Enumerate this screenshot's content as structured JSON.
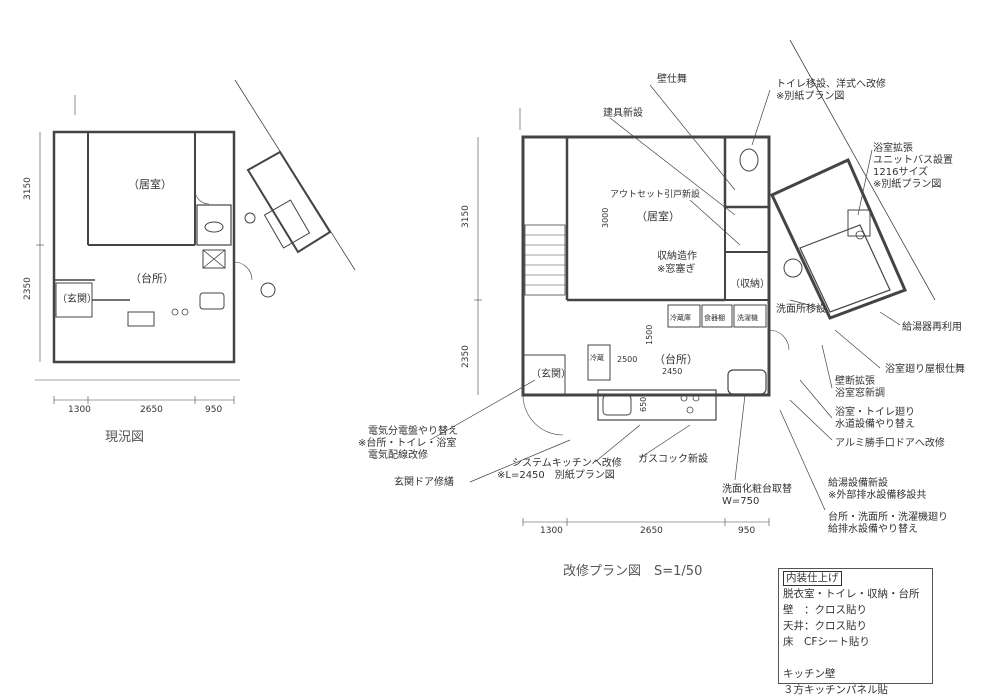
{
  "left_plan": {
    "rooms": {
      "living": "（居室）",
      "kitchen": "（台所）",
      "entrance": "（玄関）"
    },
    "dims_vertical": [
      "3150",
      "2350"
    ],
    "dims_horizontal": [
      "1300",
      "2650",
      "950"
    ],
    "caption": "現況図"
  },
  "right_plan": {
    "rooms": {
      "living": "（居室）",
      "kitchen": "（台所）",
      "entrance": "（玄関）",
      "storage": "（収納）"
    },
    "dims_vertical": [
      "3150",
      "2350"
    ],
    "dims_horizontal": [
      "1300",
      "2650",
      "950"
    ],
    "inner_dims": {
      "living_height": "3000",
      "kitchen_w1": "2500",
      "kitchen_w2": "2450",
      "dim_1500": "1500",
      "dim_650": "650"
    },
    "appliances": {
      "fridge": "冷蔵庫",
      "cupboard": "食器棚",
      "washer": "洗濯機",
      "small_fridge": "冷蔵"
    },
    "caption": "改修プラン図　S=1/50"
  },
  "annotations": {
    "wall_finish": "壁仕舞",
    "toilet": [
      "トイレ移設、洋式へ改修",
      "※別紙プラン図"
    ],
    "fittings": "建具新設",
    "outset_door": "アウトセット引戸新設",
    "storage_make": [
      "収納造作",
      "※窓塞ぎ"
    ],
    "bath": [
      "浴室拡張",
      "ユニットバス設置",
      "1216サイズ",
      "※別紙プラン図"
    ],
    "washroom_move": "洗面所移設",
    "water_heater": "給湯器再利用",
    "bath_roof": "浴室廻り屋根仕舞",
    "wall_expand": [
      "壁断拡張",
      "浴室窓新調"
    ],
    "water_pipes": [
      "浴室・トイレ廻り",
      "水道設備やり替え"
    ],
    "aluminum_door": "アルミ勝手口ドアへ改修",
    "electrical": [
      "電気分電盤やり替え",
      "※台所・トイレ・浴室",
      "電気配線改修"
    ],
    "entrance_door": "玄関ドア修繕",
    "system_kitchen": [
      "システムキッチンへ改修",
      "※L=2450　別紙プラン図"
    ],
    "gas_cock": "ガスコック新設",
    "vanity": [
      "洗面化粧台取替",
      "W=750"
    ],
    "hot_water": [
      "給湯設備新設",
      "※外部排水設備移設共"
    ],
    "drain": [
      "台所・洗面所・洗濯機廻り",
      "給排水設備やり替え"
    ]
  },
  "finish_legend": {
    "title": "内装仕上げ",
    "lines": [
      "脱衣室・トイレ・収納・台所",
      "壁　：クロス貼り",
      "天井：クロス貼り",
      "床　CFシート貼り",
      "",
      "キッチン壁",
      "３方キッチンパネル貼"
    ]
  }
}
